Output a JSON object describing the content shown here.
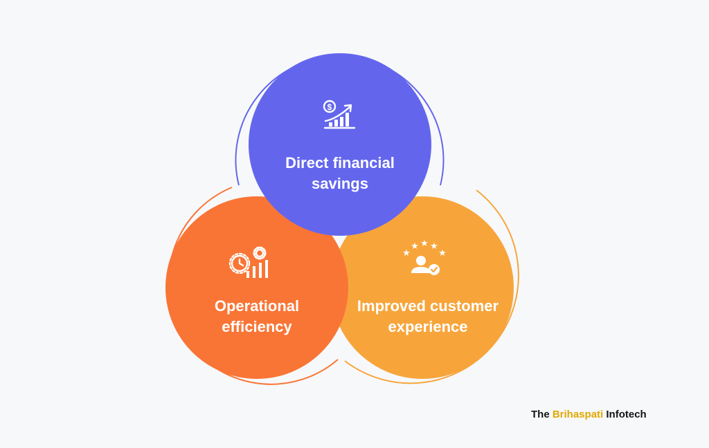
{
  "diagram": {
    "nodes": [
      {
        "id": "top",
        "lines": [
          "Direct financial",
          "savings"
        ],
        "color": "#6366ec",
        "icon": "financial-growth-icon"
      },
      {
        "id": "left",
        "lines": [
          "Operational",
          "efficiency"
        ],
        "color": "#f97535",
        "icon": "clock-gear-chart-icon"
      },
      {
        "id": "right",
        "lines": [
          "Improved customer",
          "experience"
        ],
        "color": "#f7a53b",
        "icon": "customer-rating-icon"
      }
    ]
  },
  "brand": {
    "pre": "The ",
    "highlight": "Brihaspati",
    "post": " Infotech"
  }
}
